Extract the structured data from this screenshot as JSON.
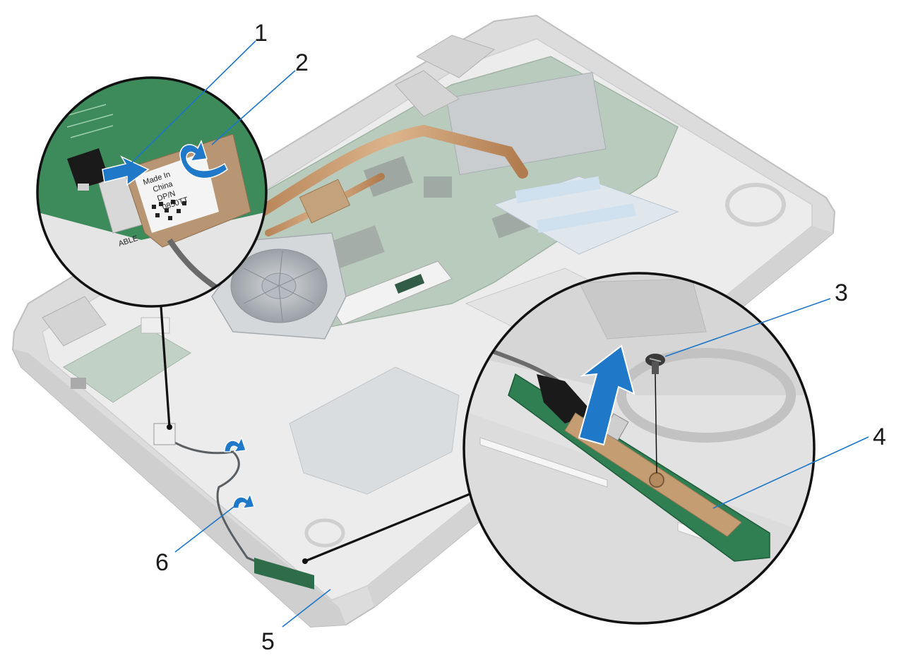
{
  "figure": {
    "callouts": [
      {
        "id": "1",
        "label": "1"
      },
      {
        "id": "2",
        "label": "2"
      },
      {
        "id": "3",
        "label": "3"
      },
      {
        "id": "4",
        "label": "4"
      },
      {
        "id": "5",
        "label": "5"
      },
      {
        "id": "6",
        "label": "6"
      }
    ],
    "cable_label_lines": [
      "Made In",
      "China",
      "DP/N",
      "0850TT",
      "ABLE"
    ],
    "colors": {
      "leader": "#1b76c9",
      "arrow_fill": "#1f79c8",
      "pcb_green": "#2f7f52",
      "heatpipe_copper": "#c79a6d",
      "chassis": "#e6e6e6"
    }
  }
}
